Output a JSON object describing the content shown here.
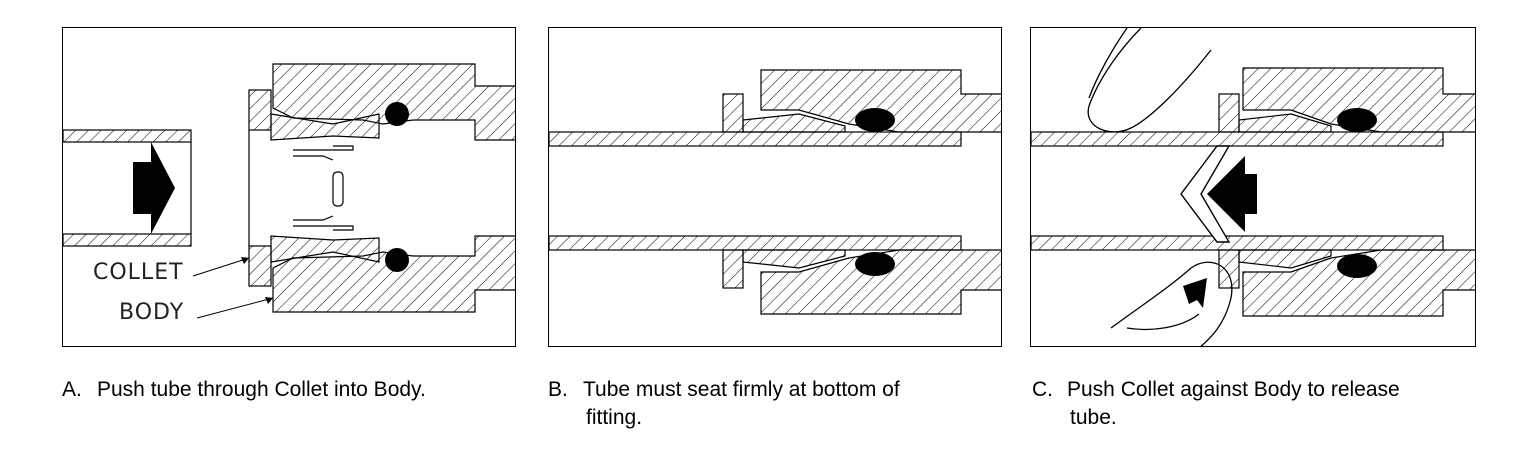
{
  "panels": [
    {
      "id": "A",
      "caption_letter": "A.",
      "caption_line1": "Push tube through Collet into Body.",
      "caption_line2": ""
    },
    {
      "id": "B",
      "caption_letter": "B.",
      "caption_line1": "Tube must seat firmly at bottom of",
      "caption_line2": "fitting."
    },
    {
      "id": "C",
      "caption_letter": "C.",
      "caption_line1": "Push Collet against Body to release",
      "caption_line2": "tube."
    }
  ],
  "labels": {
    "collet": "COLLET",
    "body": "BODY"
  },
  "colors": {
    "line": "#000000",
    "background": "#ffffff"
  }
}
